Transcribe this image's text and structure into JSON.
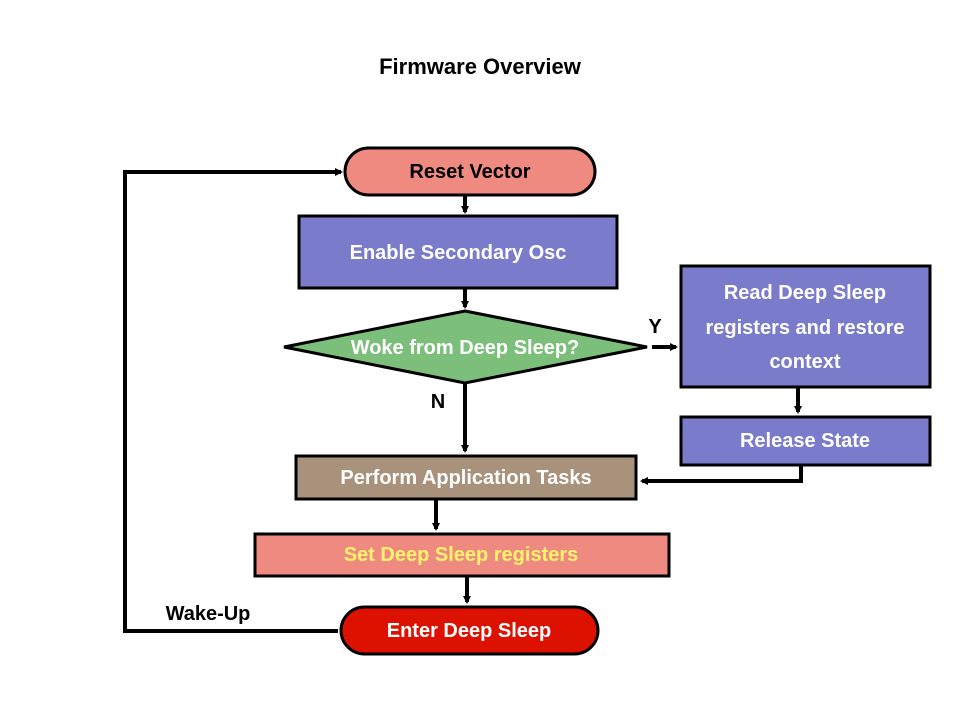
{
  "title": "Firmware Overview",
  "colors": {
    "reset_vector": "#EE8A80",
    "enable_osc": "#7B7BCB",
    "decision": "#7BBF7B",
    "read_deep_sleep": "#7B7BCB",
    "release_state": "#7B7BCB",
    "perform_tasks": "#A8927B",
    "set_registers": "#EE8A80",
    "set_registers_text": "#FFF36B",
    "enter_deep_sleep": "#DD1100",
    "box_text": "#FFFFFF",
    "dark_text": "#000000"
  },
  "nodes": {
    "reset_vector": "Reset Vector",
    "enable_osc": "Enable Secondary Osc",
    "decision": "Woke from Deep Sleep?",
    "read_deep_sleep": [
      "Read Deep Sleep",
      "registers and restore",
      "context"
    ],
    "release_state": "Release State",
    "perform_tasks": "Perform Application Tasks",
    "set_registers": "Set Deep Sleep registers",
    "enter_deep_sleep": "Enter Deep Sleep"
  },
  "edge_labels": {
    "yes": "Y",
    "no": "N",
    "wake_up": "Wake-Up"
  }
}
